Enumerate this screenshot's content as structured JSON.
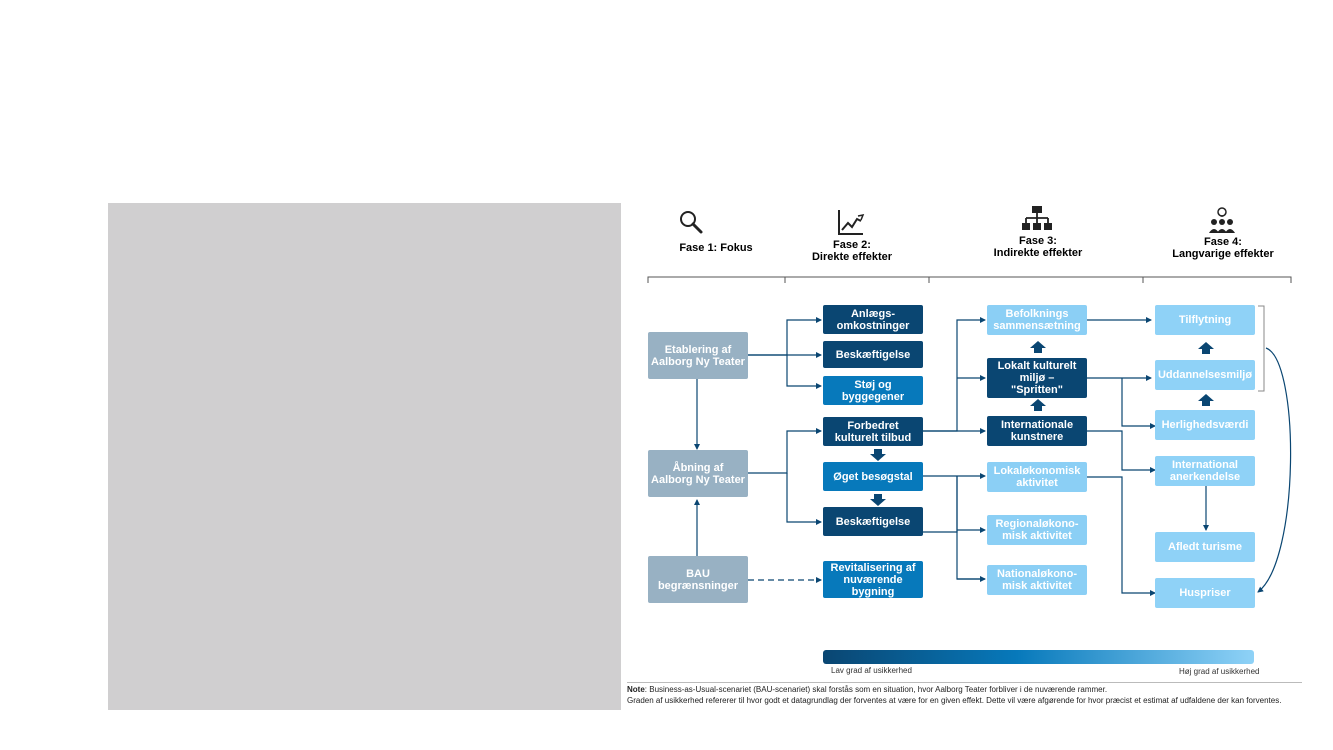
{
  "phases": [
    {
      "label": "Fase 1: Fokus",
      "icon": "magnifier-icon"
    },
    {
      "label": "Fase 2:\nDirekte effekter",
      "icon": "line-chart-icon"
    },
    {
      "label": "Fase 3:\nIndirekte effekter",
      "icon": "org-chart-icon"
    },
    {
      "label": "Fase 4:\nLangvarige effekter",
      "icon": "people-idea-icon"
    }
  ],
  "boxes": {
    "etablering": "Etablering af Aalborg Ny Teater",
    "aabning": "Åbning af Aalborg Ny Teater",
    "bau": "BAU begrænsninger",
    "anlaeg": "Anlægs-\nomkostninger",
    "beskaeftigelse1": "Beskæftigelse",
    "stoej": "Støj og\nbyggegener",
    "forbedret": "Forbedret\nkulturelt tilbud",
    "besoegstal": "Øget besøgstal",
    "beskaeftigelse2": "Beskæftigelse",
    "revitalisering": "Revitalisering af\nnuværende\nbygning",
    "befolkning": "Befolknings\nsammensætning",
    "lokaltmiljoe": "Lokalt kulturelt\nmiljø –\n\"Spritten\"",
    "internationale": "Internationale\nkunstnere",
    "lokaloekonomisk": "Lokaløkonomisk\naktivitet",
    "regionaloekonomisk": "Regionaløkono-\nmisk aktivitet",
    "nationaloekonomisk": "Nationaløkono-\nmisk aktivitet",
    "tilflytning": "Tilflytning",
    "uddannelse": "Uddannelsesmiljø",
    "herligheds": "Herlighedsværdi",
    "anerkendelse": "International\nanerkendelse",
    "turisme": "Afledt turisme",
    "huspriser": "Huspriser"
  },
  "legend": {
    "low": "Lav grad af usikkerhed",
    "high": "Høj grad af usikkerhed"
  },
  "note": {
    "label": "Note",
    "line1": ": Business-as-Usual-scenariet (BAU-scenariet) skal forstås som en situation, hvor Aalborg Teater forbliver i de nuværende rammer.",
    "line2": "Graden af usikkerhed refererer til hvor godt et datagrundlag der forventes at være for en given effekt. Dette vil være afgørende for hvor præcist et estimat af udfaldene der kan forventes."
  },
  "colors": {
    "gray_box": "#98b1c3",
    "dark": "#0a4672",
    "mid": "#0779bb",
    "light": "#8fd2f7",
    "panel": "#d0cfd0"
  }
}
